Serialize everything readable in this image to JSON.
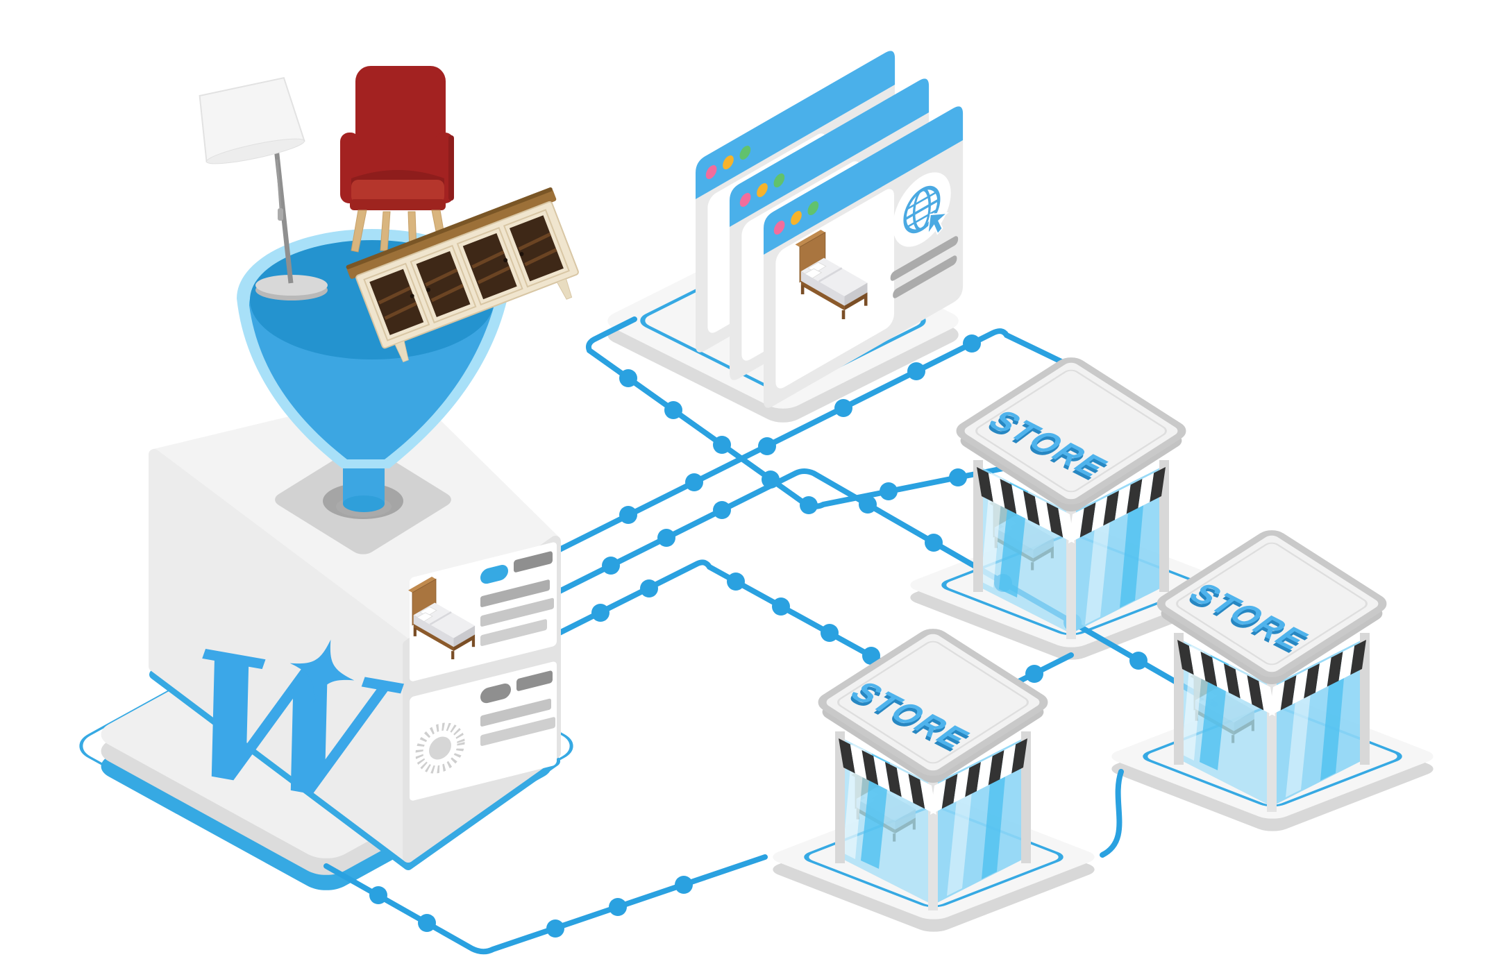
{
  "illustration": {
    "type": "isometric-diagram",
    "logo": {
      "letter": "W",
      "star_icon": "four-point-star"
    },
    "stores": [
      {
        "label": "STORE"
      },
      {
        "label": "STORE"
      },
      {
        "label": "STORE"
      }
    ],
    "browser": {
      "traffic_light_colors": [
        "#F26D9C",
        "#F7B32B",
        "#61C26D"
      ],
      "globe_icon": "globe-with-cursor"
    },
    "icons": {
      "funnel": "funnel",
      "bed": "bed",
      "armchair": "red-armchair",
      "floor_lamp": "floor-lamp",
      "cabinet": "glass-door-cabinet",
      "spinner": "sunburst-ring"
    },
    "colors": {
      "background": "#FFFFFF",
      "accent_blue": "#36A9E3",
      "line_blue": "#2AA1E0",
      "funnel_blue": "#3CA6E2",
      "funnel_light": "#A8E0F8",
      "funnel_mouth": "#2493CF",
      "logo_blue": "#3BA7E8",
      "store_text_blue": "#4FB3EC",
      "store_text_shadow": "#2787C2",
      "titlebar_blue": "#4AB0EA",
      "glass_blue": "#9FDCF7",
      "awning_dark": "#333333",
      "chair_red": "#A32221",
      "wood_brown": "#9C7038",
      "cube_gray": "#ECECEC",
      "platform_gray": "#F5F5F5"
    }
  }
}
